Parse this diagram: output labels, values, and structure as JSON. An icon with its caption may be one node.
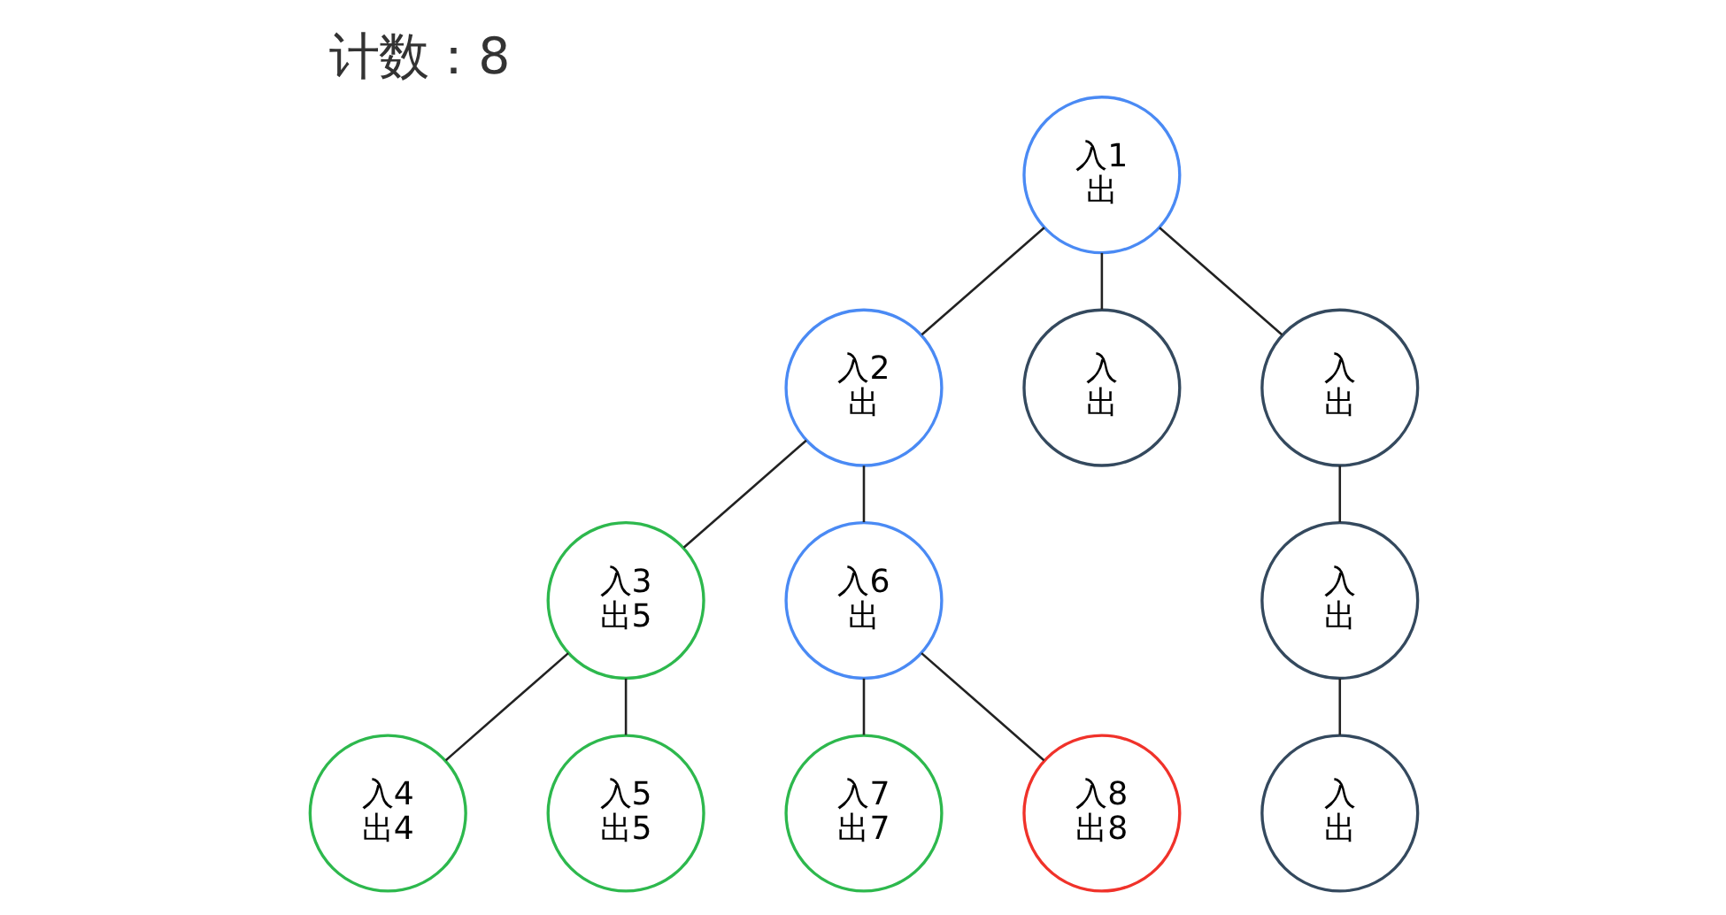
{
  "diagram": {
    "title": "计数：8",
    "nodes": [
      {
        "text": [
          "入1",
          "出"
        ]
      },
      {
        "text": [
          "入2",
          "出"
        ]
      },
      {
        "text": [
          "入",
          "出"
        ]
      },
      {
        "text": [
          "入",
          "出"
        ]
      },
      {
        "text": [
          "入3",
          "出5"
        ]
      },
      {
        "text": [
          "入6",
          "出"
        ]
      },
      {
        "text": [
          "入",
          "出"
        ]
      },
      {
        "text": [
          "入4",
          "出4"
        ]
      },
      {
        "text": [
          "入5",
          "出5"
        ]
      },
      {
        "text": [
          "入7",
          "出7"
        ]
      },
      {
        "text": [
          "入8",
          "出8"
        ]
      },
      {
        "text": [
          "入",
          "出"
        ]
      }
    ],
    "edges": [
      {
        "from": 0,
        "to": 1,
        "arrow": "none"
      },
      {
        "from": 0,
        "to": 2,
        "arrow": "none"
      },
      {
        "from": 0,
        "to": 3,
        "arrow": "none"
      },
      {
        "from": 1,
        "to": 4,
        "arrow": "none"
      },
      {
        "from": 1,
        "to": 5,
        "arrow": "none"
      },
      {
        "from": 3,
        "to": 6,
        "arrow": "none"
      },
      {
        "from": 4,
        "to": 7,
        "arrow": "none"
      },
      {
        "from": 4,
        "to": 8,
        "arrow": "none"
      },
      {
        "from": 5,
        "to": 9,
        "arrow": "none"
      },
      {
        "from": 5,
        "to": 10,
        "arrow": "none"
      },
      {
        "from": 6,
        "to": 11,
        "arrow": "none"
      }
    ]
  }
}
